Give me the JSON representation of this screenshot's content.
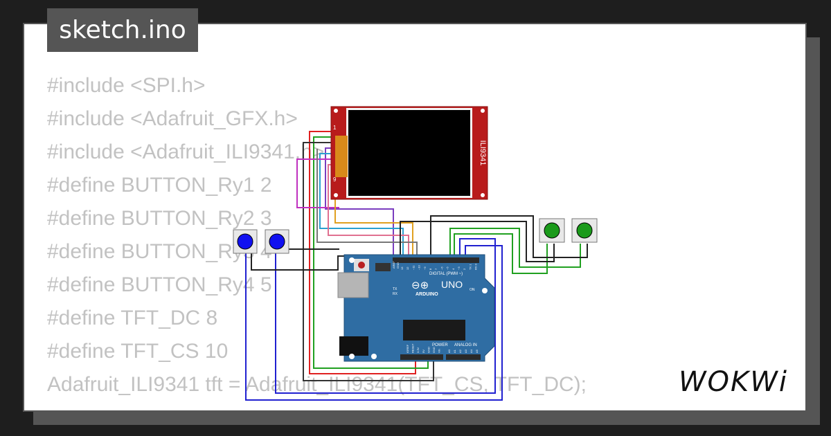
{
  "title": "sketch.ino",
  "code_lines": [
    "#include <SPI.h>",
    "#include <Adafruit_GFX.h>",
    "#include <Adafruit_ILI9341.h>",
    "#define BUTTON_Ry1 2",
    "#define BUTTON_Ry2 3",
    "#define BUTTON_Ry3 4",
    "#define BUTTON_Ry4 5",
    "#define TFT_DC 8",
    "#define TFT_CS 10",
    "Adafruit_ILI9341 tft = Adafruit_ILI9341(TFT_CS, TFT_DC);"
  ],
  "display": {
    "label": "ILI9341",
    "pin_first": "1",
    "pin_last": "9"
  },
  "board": {
    "brand": "ARDUINO",
    "model": "UNO",
    "digital_label": "DIGITAL (PWM ~)",
    "power_label": "POWER",
    "analog_label": "ANALOG IN",
    "on_label": "ON",
    "tx_label": "TX",
    "rx_label": "RX",
    "aref_label": "AREF",
    "gnd_label": "GND",
    "digital_pins": [
      "13",
      "12",
      "~11",
      "~10",
      "~9",
      "8",
      "7",
      "~6",
      "~5",
      "4",
      "~3",
      "2",
      "TX 1",
      "RX 0"
    ],
    "power_pins": [
      "IOREF",
      "RESET",
      "3.3V",
      "5V",
      "GND",
      "GND",
      "Vin"
    ],
    "analog_pins": [
      "A0",
      "A1",
      "A2",
      "A3",
      "A4",
      "A5"
    ]
  },
  "buttons": [
    {
      "color": "#1010f0"
    },
    {
      "color": "#1010f0"
    },
    {
      "color": "#1a9a1a"
    },
    {
      "color": "#1a9a1a"
    }
  ],
  "logo": "WOKWi",
  "colors": {
    "background": "#1e1e1e",
    "card": "#ffffff",
    "tab": "#555555",
    "code_text": "#c2c2c2",
    "board": "#2f6da3",
    "display_pcb": "#b81b1b"
  }
}
